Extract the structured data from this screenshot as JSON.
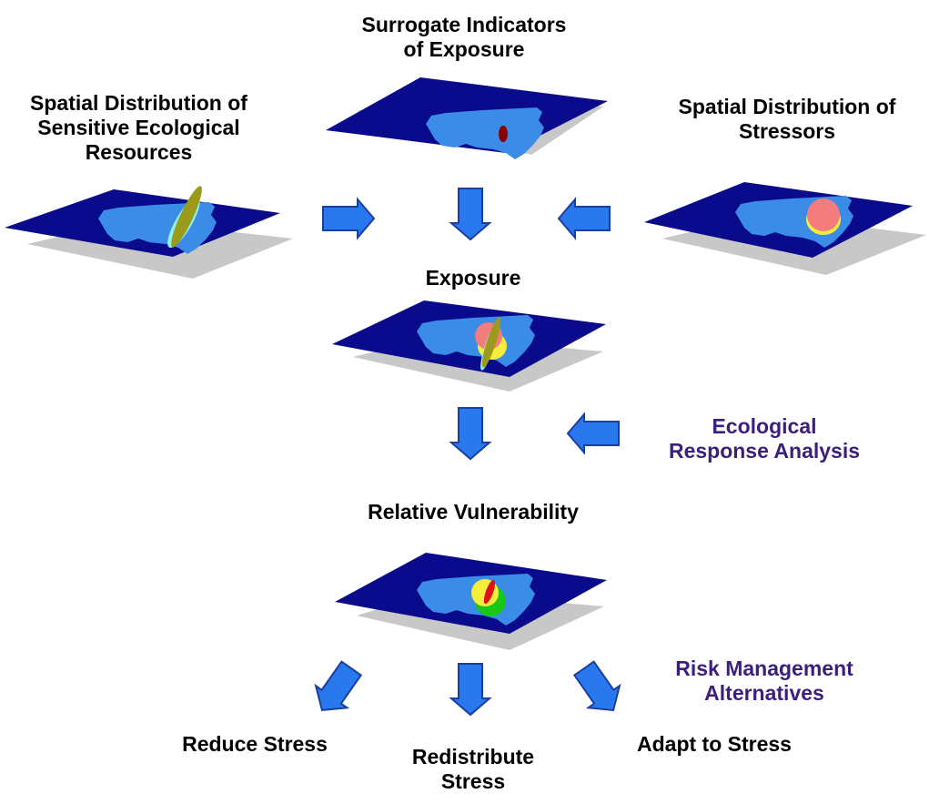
{
  "labels": {
    "surrogate_indicators": "Surrogate Indicators\nof Exposure",
    "sensitive_resources": "Spatial Distribution of\nSensitive Ecological\nResources",
    "stressors": "Spatial Distribution of\nStressors",
    "exposure": "Exposure",
    "ecological_response": "Ecological\nResponse Analysis",
    "relative_vulnerability": "Relative Vulnerability",
    "risk_management": "Risk Management\nAlternatives",
    "reduce_stress": "Reduce Stress",
    "redistribute_stress": "Redistribute\nStress",
    "adapt_to_stress": "Adapt to Stress"
  },
  "colors": {
    "map_plate": "#0a0a8c",
    "map_shadow": "#c8c8c8",
    "state_fill": "#3a8ce6",
    "arrow_fill": "#2a78ee",
    "arrow_edge": "#1a3fa0",
    "label_text": "#000000",
    "accent_text": "#3c1f7d",
    "resource_ellipse": "#9b9a1a",
    "resource_outline": "#8ff2f2",
    "stressor_pink": "#f47c7c",
    "stressor_yellow": "#f6ee3a",
    "indicator_dot": "#8b0000",
    "vulnerability_green": "#18c818",
    "vulnerability_red": "#e01010"
  }
}
